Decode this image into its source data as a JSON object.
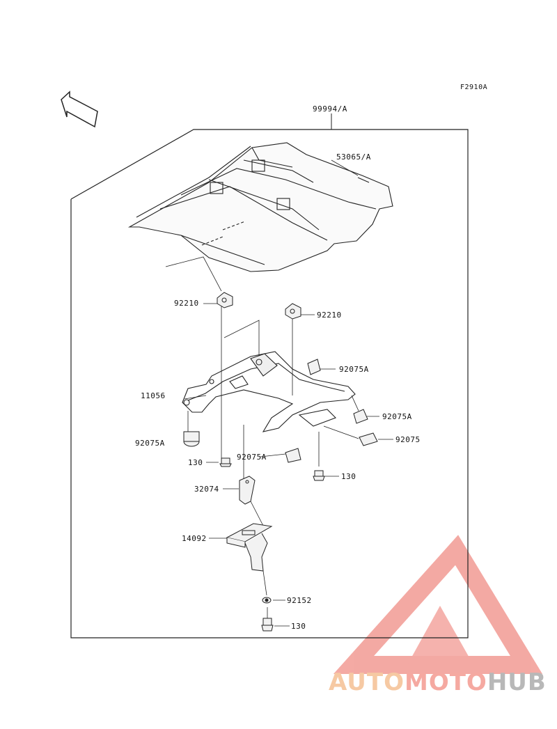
{
  "figure_code": "F2910A",
  "front_arrow": "FRONT",
  "labels": {
    "kit": "99994/A",
    "seat_cover": "53065/A",
    "nut_left": "92210",
    "nut_right": "92210",
    "bracket": "11056",
    "damper_upper_right": "92075A",
    "damper_mid_right": "92075A",
    "damper_right": "92075",
    "damper_left": "92075A",
    "damper_center": "92075A",
    "bolt_left": "130",
    "bolt_right": "130",
    "stay": "32074",
    "holder": "14092",
    "nut_small": "92152",
    "bolt_bottom": "130"
  },
  "watermark": {
    "part1": "AUTO",
    "part2": "MOTO",
    "part3": "HUB",
    "colors": {
      "part1": "#f6c9a3",
      "part2": "#f5a9a1",
      "part3": "#b8b8b8",
      "triangle": "#f29b94"
    }
  }
}
